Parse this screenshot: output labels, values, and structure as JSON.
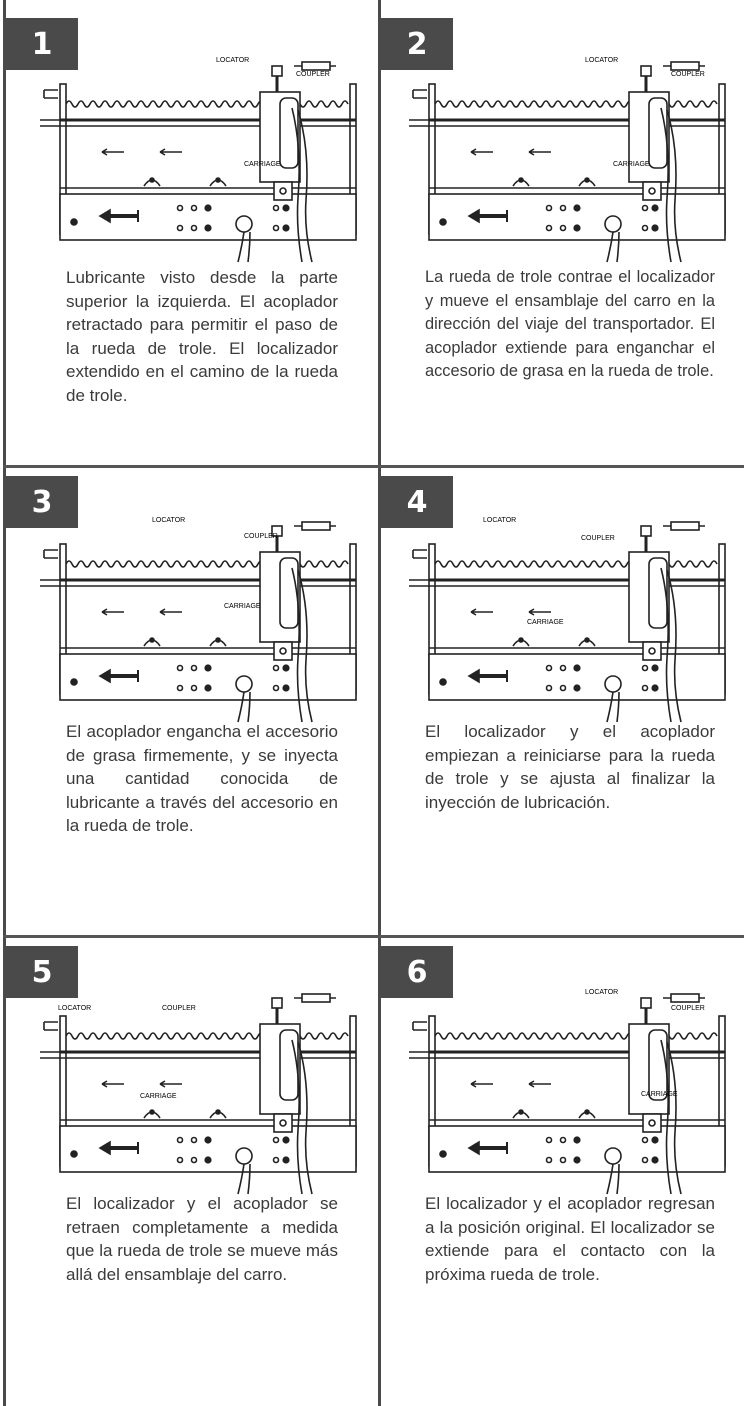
{
  "panels": [
    {
      "number": "1",
      "labels": {
        "locator": "LOCATOR",
        "coupler": "COUPLER",
        "carriage": "CARRIAGE"
      },
      "caption": "Lubricante visto desde la parte superior la izquierda. El acoplador retractado para permitir el paso de la rueda de trole. El localizador extendido en el camino de la rueda de trole."
    },
    {
      "number": "2",
      "labels": {
        "locator": "LOCATOR",
        "coupler": "COUPLER",
        "carriage": "CARRIAGE"
      },
      "caption": "La rueda de trole contrae el localizador y mueve el ensamblaje del carro en la dirección del viaje del transportador. El acoplador extiende para enganchar el accesorio de grasa en la rueda de trole."
    },
    {
      "number": "3",
      "labels": {
        "locator": "LOCATOR",
        "coupler": "COUPLER",
        "carriage": "CARRIAGE"
      },
      "caption": "El acoplador engancha el accesorio de grasa firmemente, y se inyecta una cantidad conocida de lubricante a través del accesorio en la rueda de trole."
    },
    {
      "number": "4",
      "labels": {
        "locator": "LOCATOR",
        "coupler": "COUPLER",
        "carriage": "CARRIAGE"
      },
      "caption": "El localizador y el acoplador empiezan a reiniciarse para la rueda de trole y se ajusta al finalizar la inyección de lubricación."
    },
    {
      "number": "5",
      "labels": {
        "locator": "LOCATOR",
        "coupler": "COUPLER",
        "carriage": "CARRIAGE"
      },
      "caption": "El localizador y el acoplador se retraen completamente a medida que la rueda de trole se mueve más allá del ensamblaje del carro."
    },
    {
      "number": "6",
      "labels": {
        "locator": "LOCATOR",
        "coupler": "COUPLER",
        "carriage": "CARRIAGE"
      },
      "caption": "El localizador y el acoplador regresan a la posición original. El localizador se extiende para el contacto con la próxima rueda de trole."
    }
  ]
}
